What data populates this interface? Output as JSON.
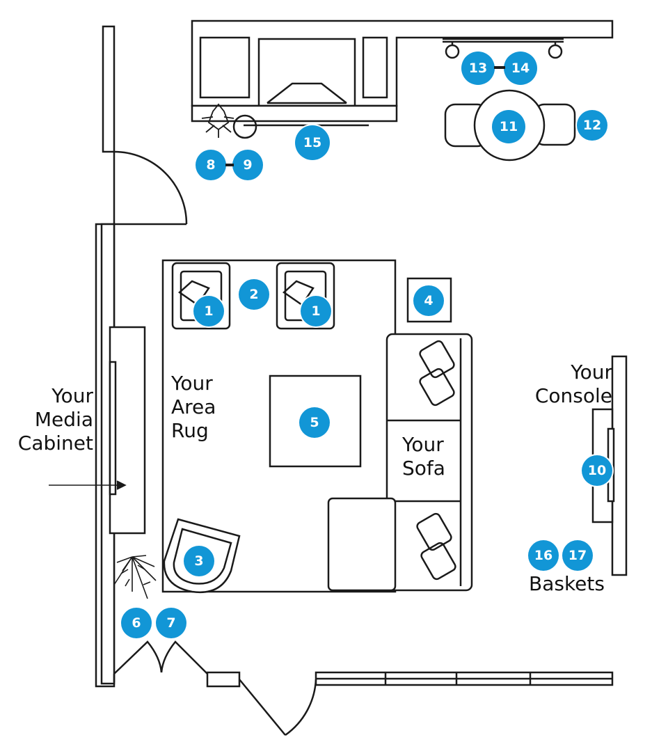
{
  "labels": {
    "media_cabinet": [
      "Your",
      "Media",
      "Cabinet"
    ],
    "area_rug": [
      "Your",
      "Area",
      "Rug"
    ],
    "sofa": [
      "Your",
      "Sofa"
    ],
    "console": [
      "Your",
      "Console"
    ],
    "baskets": "Baskets"
  },
  "markers": [
    {
      "id": "chair-1a",
      "number": "1"
    },
    {
      "id": "chair-1b",
      "number": "1"
    },
    {
      "id": "side-table",
      "number": "2"
    },
    {
      "id": "lounge-chair",
      "number": "3"
    },
    {
      "id": "end-table",
      "number": "4"
    },
    {
      "id": "coffee-table",
      "number": "5"
    },
    {
      "id": "plant-6",
      "number": "6"
    },
    {
      "id": "plant-7",
      "number": "7"
    },
    {
      "id": "plant-8",
      "number": "8"
    },
    {
      "id": "planter-9",
      "number": "9"
    },
    {
      "id": "console-10",
      "number": "10"
    },
    {
      "id": "dining-table",
      "number": "11"
    },
    {
      "id": "dining-chair",
      "number": "12"
    },
    {
      "id": "pendant-13",
      "number": "13"
    },
    {
      "id": "pendant-14",
      "number": "14"
    },
    {
      "id": "kitchen-15",
      "number": "15"
    },
    {
      "id": "basket-16",
      "number": "16"
    },
    {
      "id": "basket-17",
      "number": "17"
    }
  ],
  "colors": {
    "marker": "#1296d6",
    "line": "#1a1a1a",
    "background": "#ffffff"
  }
}
